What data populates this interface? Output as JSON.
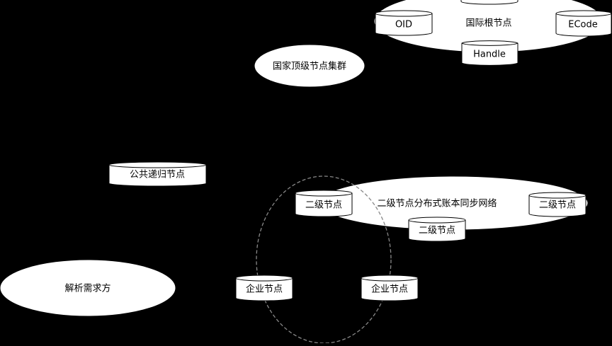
{
  "root": {
    "label": "国际根节点",
    "oid": "OID",
    "ecode": "ECode",
    "handle": "Handle"
  },
  "tld": {
    "label": "国家顶级节点集群"
  },
  "recursive": {
    "label": "公共递归节点"
  },
  "secondary": {
    "label": "二级节点分布式账本同步网络",
    "node_a": "二级节点",
    "node_b": "二级节点",
    "node_c": "二级节点"
  },
  "requester": {
    "label": "解析需求方"
  },
  "enterprise": {
    "node_a": "企业节点",
    "node_b": "企业节点"
  }
}
